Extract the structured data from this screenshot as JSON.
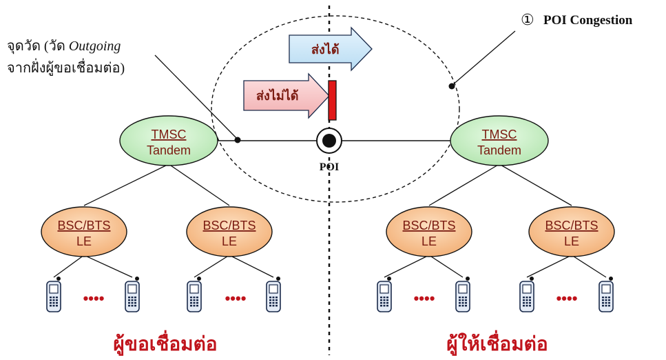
{
  "annotation": {
    "number": "①",
    "label": "POI Congestion"
  },
  "measure_point": {
    "line1_a": "จุดวัด (วัด ",
    "line1_b": "Outgoing",
    "line2": "จากฝั่งผู้ขอเชื่อมต่อ)"
  },
  "arrows": {
    "sent": "ส่งได้",
    "not_sent": "ส่งไม่ได้"
  },
  "poi_label": "POI",
  "nodes": {
    "tmsc_top": "TMSC",
    "tmsc_bottom": "Tandem",
    "bsc_top": "BSC/BTS",
    "bsc_bottom": "LE"
  },
  "dots": "••••",
  "sides": {
    "left": "ผู้ขอเชื่อมต่อ",
    "right": "ผู้ให้เชื่อมต่อ"
  },
  "colors": {
    "tmsc_fill": "#c9f0c6",
    "bsc_fill": "#f8c89a",
    "node_text": "#7a1a10",
    "sent_arrow": "#cfe8f8",
    "not_sent_arrow": "#f6c6c6",
    "block_bar": "#e01818",
    "side_label": "#c0141c"
  }
}
